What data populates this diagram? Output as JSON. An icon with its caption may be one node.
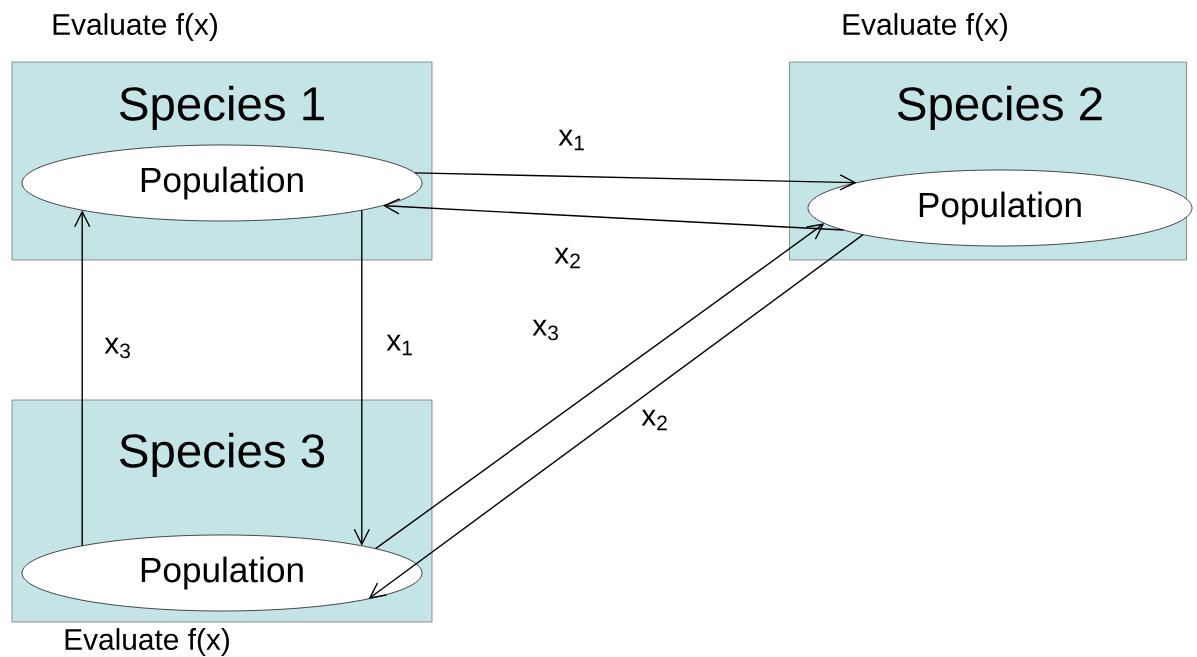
{
  "diagram": {
    "nodes": [
      {
        "text": [
          "Species 1"
        ],
        "beside": [
          "Evaluate f(x)"
        ]
      },
      {
        "text": [
          "Population"
        ],
        "in": 0
      },
      {
        "text": [
          "Species 2"
        ],
        "beside": [
          "Evaluate f(x)"
        ]
      },
      {
        "text": [
          "Population"
        ],
        "in": 2
      },
      {
        "text": [
          "Species 3"
        ],
        "beside": [
          "Evaluate f(x)"
        ]
      },
      {
        "text": [
          "Population"
        ],
        "in": 4
      }
    ],
    "edges": [
      {
        "from": 1,
        "to": 3,
        "arrow": "to",
        "label": "x$_{1}$"
      },
      {
        "from": 3,
        "to": 1,
        "arrow": "to",
        "label": "x$_{2}$"
      },
      {
        "from": 1,
        "to": 5,
        "arrow": "to",
        "label": "x$_{1}$"
      },
      {
        "from": 5,
        "to": 1,
        "arrow": "to",
        "label": "x$_{3}$"
      },
      {
        "from": 5,
        "to": 3,
        "arrow": "to",
        "label": "x$_{3}$"
      },
      {
        "from": 3,
        "to": 5,
        "arrow": "to",
        "label": "x$_{2}$"
      }
    ]
  }
}
